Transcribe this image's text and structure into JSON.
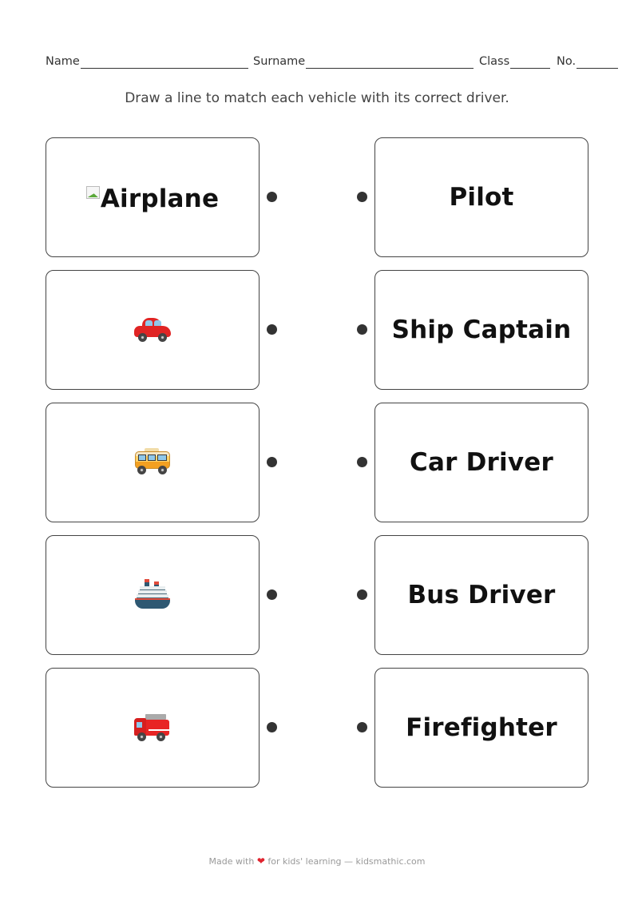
{
  "header": {
    "fields": [
      {
        "label": "Name",
        "line_width": 210
      },
      {
        "label": "Surname",
        "line_width": 210
      },
      {
        "label": "Class",
        "line_width": 50
      },
      {
        "label": "No.",
        "line_width": 52
      }
    ]
  },
  "instruction": "Draw a line to match each vehicle with its correct driver.",
  "vehicles": [
    {
      "name": "airplane",
      "display": "broken-image-alt",
      "alt_text": "Airplane",
      "icon": "broken-image-icon"
    },
    {
      "name": "car",
      "display": "emoji",
      "icon": "car-icon",
      "glyph": "🚗"
    },
    {
      "name": "bus",
      "display": "emoji",
      "icon": "minibus-icon",
      "glyph": "🚐"
    },
    {
      "name": "ship",
      "display": "emoji",
      "icon": "ship-icon",
      "glyph": "🚢"
    },
    {
      "name": "fire-engine",
      "display": "emoji",
      "icon": "fire-engine-icon",
      "glyph": "🚒"
    }
  ],
  "drivers": [
    {
      "label": "Pilot"
    },
    {
      "label": "Ship Captain"
    },
    {
      "label": "Car Driver"
    },
    {
      "label": "Bus Driver"
    },
    {
      "label": "Firefighter"
    }
  ],
  "colors": {
    "card_border": "#444444",
    "dot": "#333333",
    "heart": "#e0242f",
    "footer_text": "#999999"
  },
  "footer": {
    "prefix": "Made with",
    "heart_icon": "heart-icon",
    "suffix": "for kids' learning — kidsmathic.com"
  }
}
